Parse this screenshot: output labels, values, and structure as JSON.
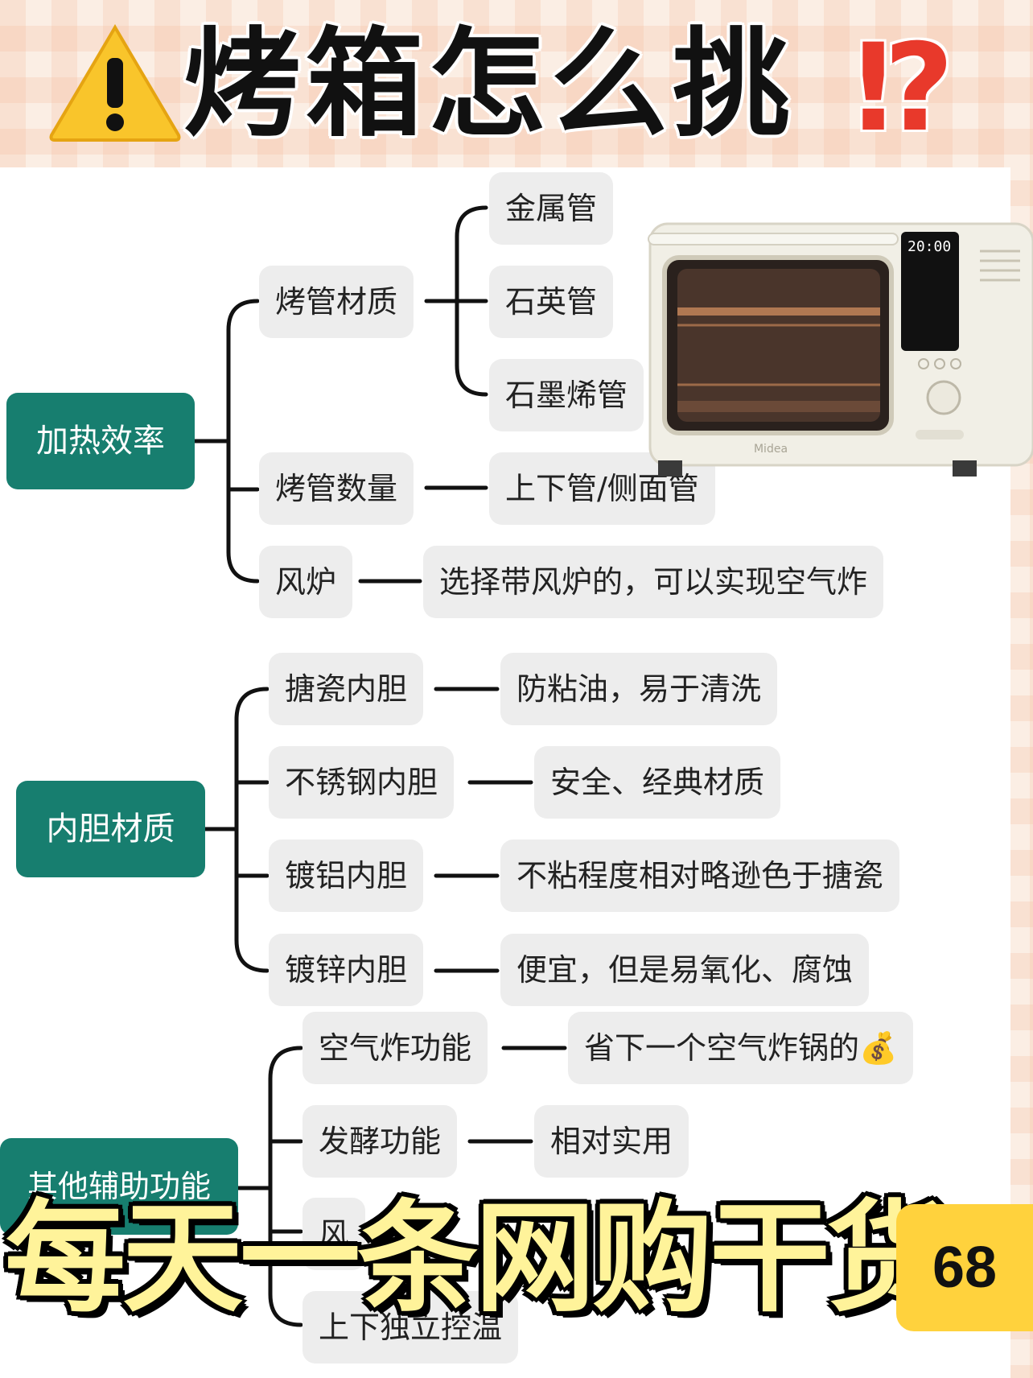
{
  "header": {
    "title": "烤箱怎么挑",
    "title_icon": "warning-icon",
    "exclaim": "⁉"
  },
  "colors": {
    "root_bg": "#177e6f",
    "node_bg": "#ededed",
    "connector": "#111111",
    "banner_text": "#fff39a",
    "badge_bg": "#ffd23d",
    "accent_red": "#e8392b"
  },
  "mindmap": {
    "groups": [
      {
        "label": "加热效率",
        "branches": [
          {
            "label": "烤管材质",
            "children": [
              "金属管",
              "石英管",
              "石墨烯管"
            ]
          },
          {
            "label": "烤管数量",
            "children": [
              "上下管/侧面管"
            ]
          },
          {
            "label": "风炉",
            "children": [
              "选择带风炉的，可以实现空气炸"
            ]
          }
        ]
      },
      {
        "label": "内胆材质",
        "branches": [
          {
            "label": "搪瓷内胆",
            "children": [
              "防粘油，易于清洗"
            ]
          },
          {
            "label": "不锈钢内胆",
            "children": [
              "安全、经典材质"
            ]
          },
          {
            "label": "镀铝内胆",
            "children": [
              "不粘程度相对略逊色于搪瓷"
            ]
          },
          {
            "label": "镀锌内胆",
            "children": [
              "便宜，但是易氧化、腐蚀"
            ]
          }
        ]
      },
      {
        "label": "其他辅助功能",
        "branches": [
          {
            "label": "空气炸功能",
            "children": [
              "省下一个空气炸锅的💰"
            ]
          },
          {
            "label": "发酵功能",
            "children": [
              "相对实用"
            ]
          },
          {
            "label": "风",
            "children": []
          },
          {
            "label": "上下独立控温",
            "children": []
          }
        ]
      }
    ]
  },
  "product_image": {
    "brand_text": "Midea",
    "display_time": "20:00",
    "icon": "oven-image"
  },
  "banner": {
    "text": "每天一条网购干货",
    "badge": "68"
  }
}
